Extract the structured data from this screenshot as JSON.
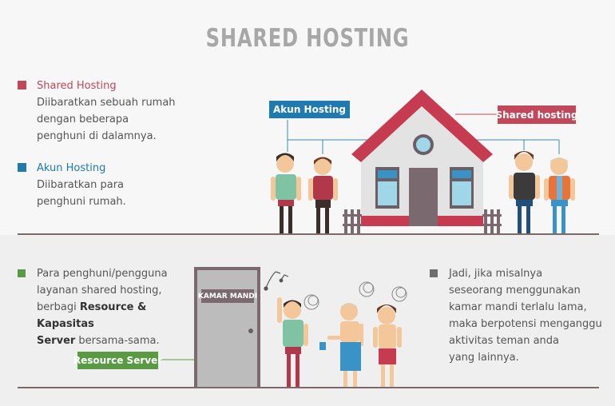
{
  "title": "SHARED HOSTING",
  "colors": {
    "shared": "#c1475a",
    "akun": "#1f7ab0",
    "green": "#5a9a44",
    "gray": "#6e6e6e"
  },
  "legend": {
    "shared_heading": "Shared Hosting",
    "shared_lines": [
      "Diibaratkan sebuah rumah",
      "dengan beberapa",
      "penghuni di dalamnya."
    ],
    "akun_heading": "Akun Hosting",
    "akun_lines": [
      "Diibaratkan para",
      "penghuni rumah."
    ]
  },
  "labels": {
    "akun_hosting": "Akun Hosting",
    "shared_hosting": "Shared hosting",
    "kamar_mandi": "KAMAR MANDI",
    "resource_server": "Resource Server"
  },
  "left_text": {
    "line1": "Para penghuni/pengguna",
    "line2": "layanan shared hosting,",
    "line3_prefix": "berbagi ",
    "line3_bold": "Resource & Kapasitas",
    "line4_bold": "Server",
    "line4_suffix": " bersama-sama."
  },
  "right_text": {
    "lines": [
      "Jadi, jika misalnya",
      "seseorang menggunakan",
      "kamar mandi terlalu lama,",
      "maka berpotensi menganggu",
      "aktivitas teman anda",
      "yang lainnya."
    ]
  }
}
